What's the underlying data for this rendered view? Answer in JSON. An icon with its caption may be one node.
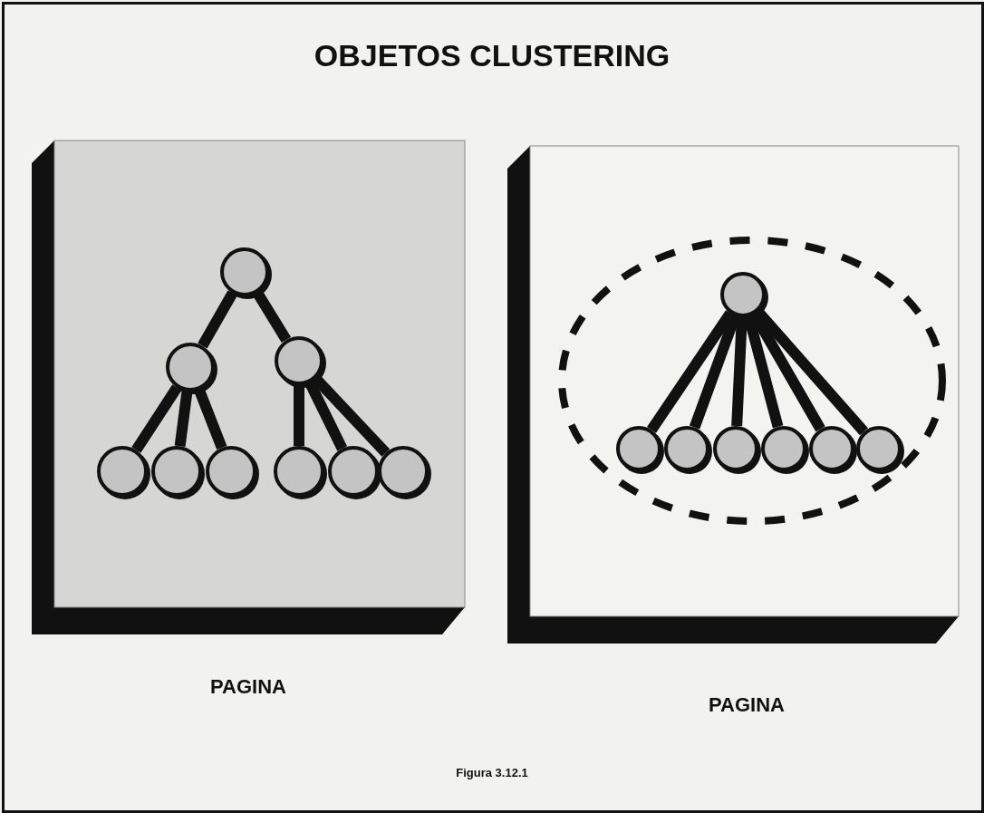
{
  "diagram": {
    "title": "OBJETOS CLUSTERING",
    "caption": "Figura 3.12.1",
    "nodes": [
      {
        "text": [],
        "shape": "box",
        "beside": [
          "PAGINA"
        ]
      },
      {
        "text": [],
        "shape": "circle",
        "in": 0
      },
      {
        "text": [],
        "shape": "circle",
        "in": 0
      },
      {
        "text": [],
        "shape": "circle",
        "in": 0
      },
      {
        "text": [],
        "shape": "circle",
        "in": 0
      },
      {
        "text": [],
        "shape": "circle",
        "in": 0
      },
      {
        "text": [],
        "shape": "circle",
        "in": 0
      },
      {
        "text": [],
        "shape": "circle",
        "in": 0
      },
      {
        "text": [],
        "shape": "circle",
        "in": 0
      },
      {
        "text": [],
        "shape": "circle",
        "in": 0
      },
      {
        "text": [],
        "shape": "box",
        "beside": [
          "PAGINA"
        ]
      },
      {
        "text": [],
        "shape": "ellipse",
        "in": 10
      },
      {
        "text": [],
        "shape": "circle",
        "in": 11
      },
      {
        "text": [],
        "shape": "circle",
        "in": 11
      },
      {
        "text": [],
        "shape": "circle",
        "in": 11
      },
      {
        "text": [],
        "shape": "circle",
        "in": 11
      },
      {
        "text": [],
        "shape": "circle",
        "in": 11
      },
      {
        "text": [],
        "shape": "circle",
        "in": 11
      },
      {
        "text": [],
        "shape": "circle",
        "in": 11
      }
    ],
    "edges": [
      {
        "from": 1,
        "to": 2,
        "arrow": "none"
      },
      {
        "from": 1,
        "to": 3,
        "arrow": "none"
      },
      {
        "from": 2,
        "to": 4,
        "arrow": "none"
      },
      {
        "from": 2,
        "to": 5,
        "arrow": "none"
      },
      {
        "from": 2,
        "to": 6,
        "arrow": "none"
      },
      {
        "from": 3,
        "to": 7,
        "arrow": "none"
      },
      {
        "from": 3,
        "to": 8,
        "arrow": "none"
      },
      {
        "from": 3,
        "to": 9,
        "arrow": "none"
      },
      {
        "from": 12,
        "to": 13,
        "arrow": "none"
      },
      {
        "from": 12,
        "to": 14,
        "arrow": "none"
      },
      {
        "from": 12,
        "to": 15,
        "arrow": "none"
      },
      {
        "from": 12,
        "to": 16,
        "arrow": "none"
      },
      {
        "from": 12,
        "to": 17,
        "arrow": "none"
      },
      {
        "from": 12,
        "to": 18,
        "arrow": "none"
      }
    ]
  }
}
